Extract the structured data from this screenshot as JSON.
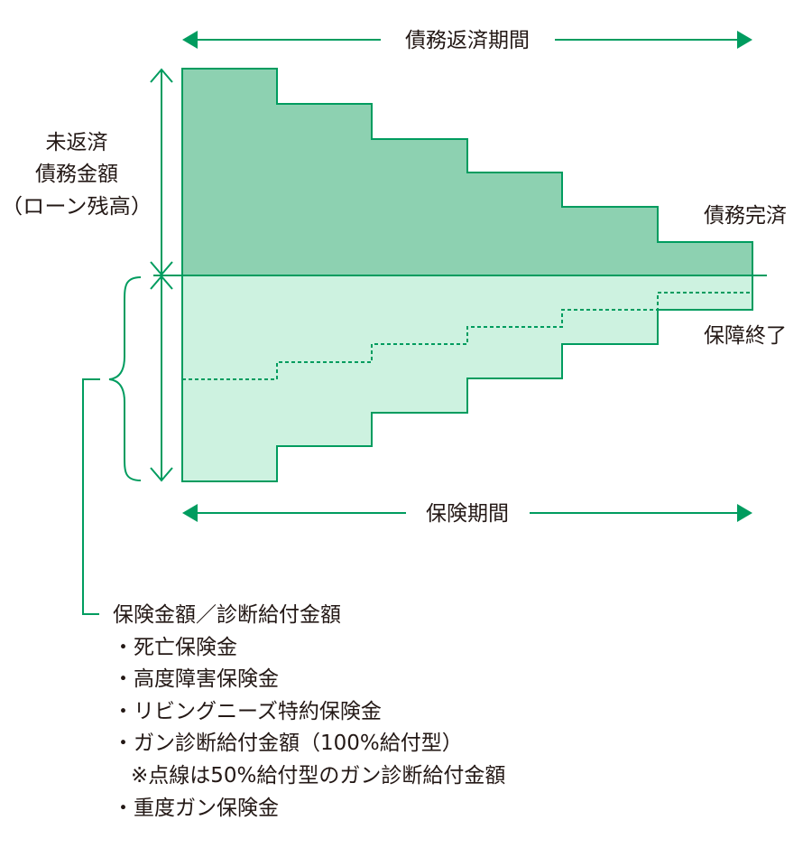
{
  "labels": {
    "repayment_period": "債務返済期間",
    "outstanding_line1": "未返済",
    "outstanding_line2": "債務金額",
    "outstanding_line3": "（ローン残高）",
    "debt_cleared": "債務完済",
    "coverage_end": "保障終了",
    "insurance_period": "保険期間"
  },
  "benefits": {
    "heading": "保険金額／診断給付金額",
    "items": [
      "・死亡保険金",
      "・高度障害保険金",
      "・リビングニーズ特約保険金",
      "・ガン診断給付金額（100%給付型）"
    ],
    "note": "※点線は50%給付型のガン診断給付金額",
    "last_item": "・重度ガン保険金"
  },
  "colors": {
    "accent": "#009c5f",
    "debt_fill": "#8dd1b1",
    "coverage_fill": "#cdf2e0",
    "text": "#231815"
  }
}
